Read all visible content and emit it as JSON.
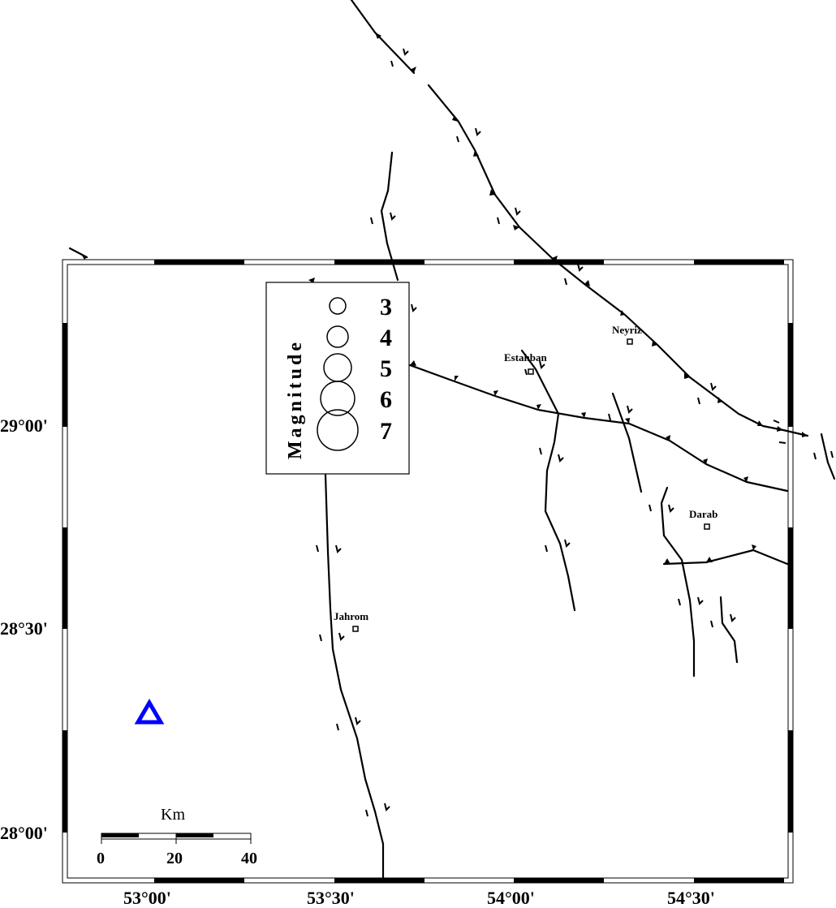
{
  "map": {
    "longitude_labels": [
      "53°00'",
      "53°30'",
      "54°00'",
      "54°30'"
    ],
    "latitude_labels": [
      "29°00'",
      "28°30'",
      "28°00'"
    ],
    "cities": [
      {
        "name": "Neyriz"
      },
      {
        "name": "Estahban"
      },
      {
        "name": "Darab"
      },
      {
        "name": "Jahrom"
      }
    ],
    "legend": {
      "title": "Magnitude",
      "magnitudes": [
        "3",
        "4",
        "5",
        "6",
        "7"
      ]
    },
    "scale_bar": {
      "unit": "Km",
      "labels": [
        "0",
        "20",
        "40"
      ]
    },
    "station": {
      "symbol": "triangle",
      "color": "#0000ff"
    }
  }
}
